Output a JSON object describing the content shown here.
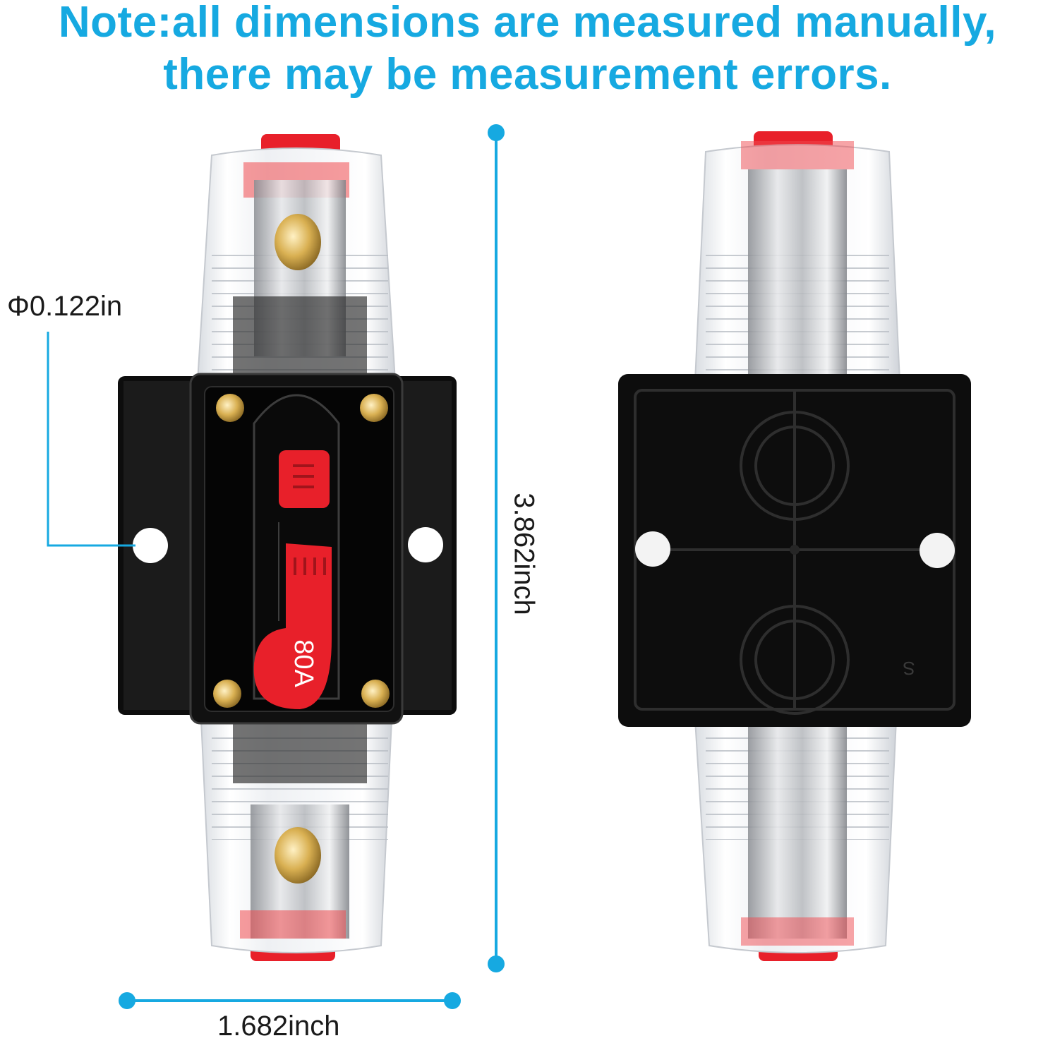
{
  "note": {
    "line1": "Note:all dimensions are measured manually,",
    "line2": "there may be measurement errors."
  },
  "dimensions": {
    "hole_diameter": "Φ0.122in",
    "height": "3.862inch",
    "width": "1.682inch"
  },
  "product": {
    "rating_label": "80A",
    "back_mark": "S"
  },
  "colors": {
    "accent": "#16a9e1",
    "housing_red": "#e8202a",
    "base_black": "#0d0d0d",
    "brass": "#c9a24a"
  }
}
